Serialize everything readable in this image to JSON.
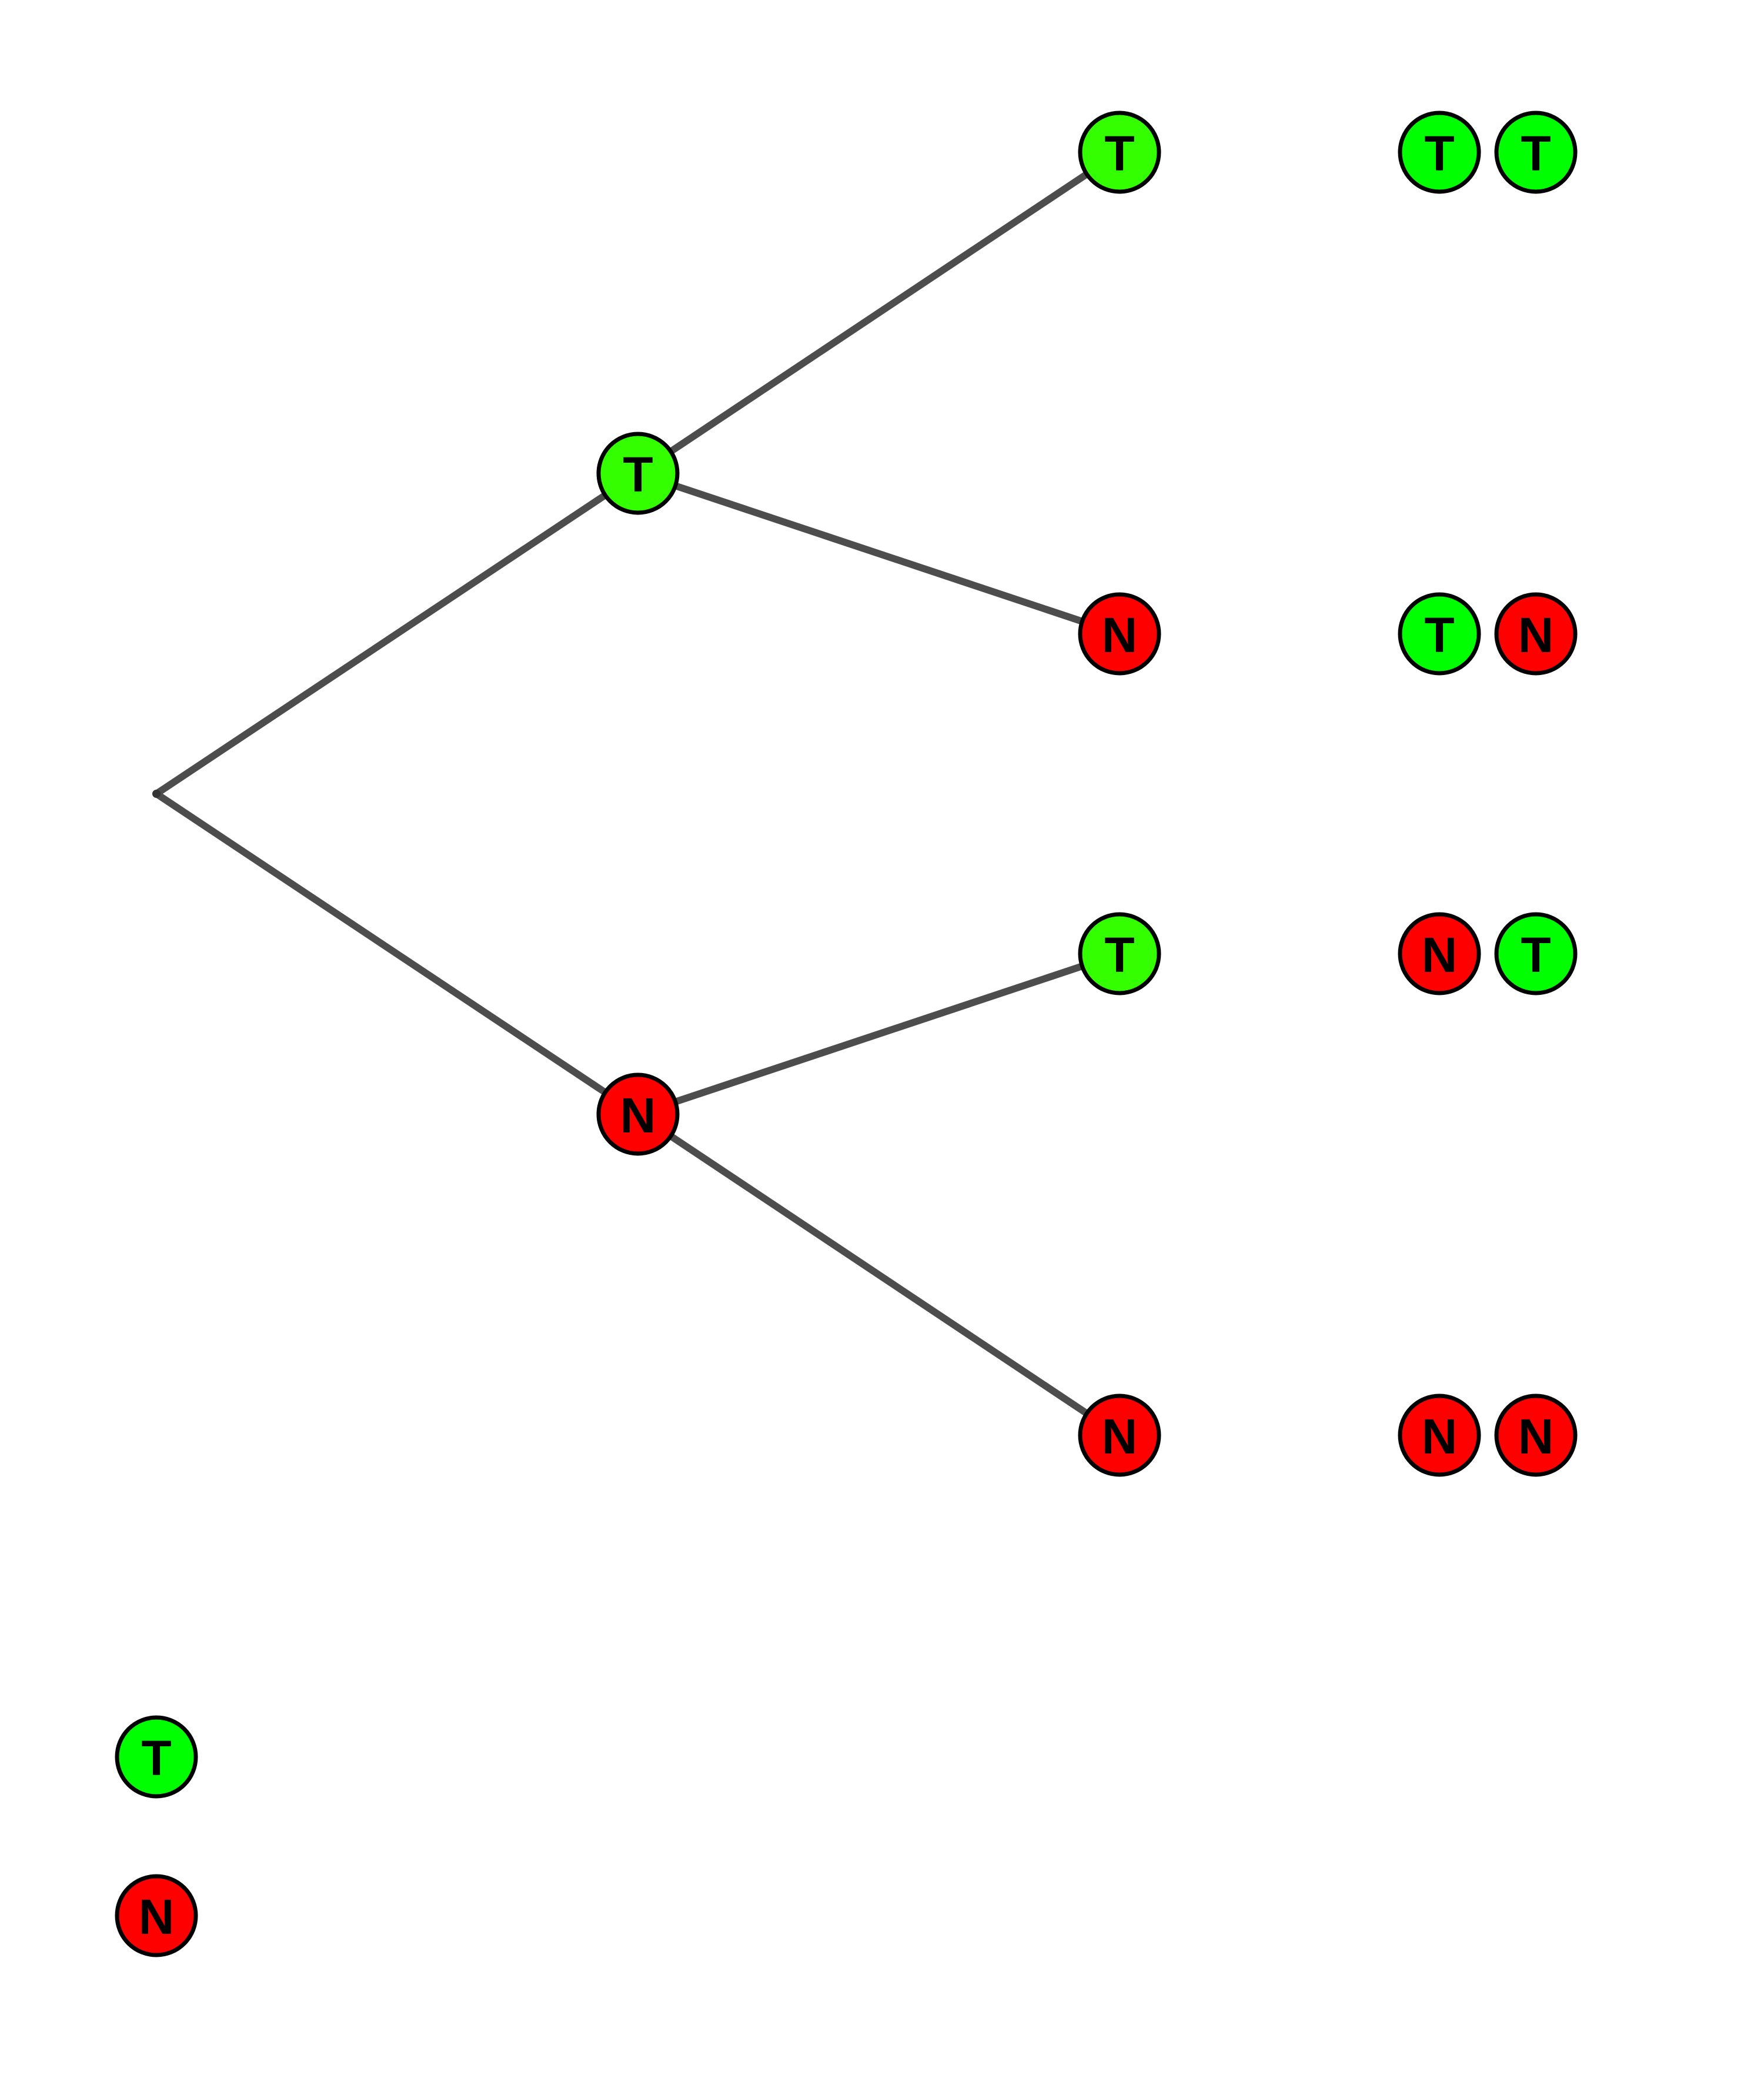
{
  "colors": {
    "T": "#33ff00",
    "N": "#ff0000",
    "T_outcome": "#00ff00",
    "edge": "#4d4d4d"
  },
  "tree": {
    "branches": [
      {
        "label": "T",
        "children": [
          "T",
          "N"
        ]
      },
      {
        "label": "N",
        "children": [
          "T",
          "N"
        ]
      }
    ]
  },
  "outcomes": [
    [
      "T",
      "T"
    ],
    [
      "T",
      "N"
    ],
    [
      "N",
      "T"
    ],
    [
      "N",
      "N"
    ]
  ],
  "legend": [
    "T",
    "N"
  ]
}
